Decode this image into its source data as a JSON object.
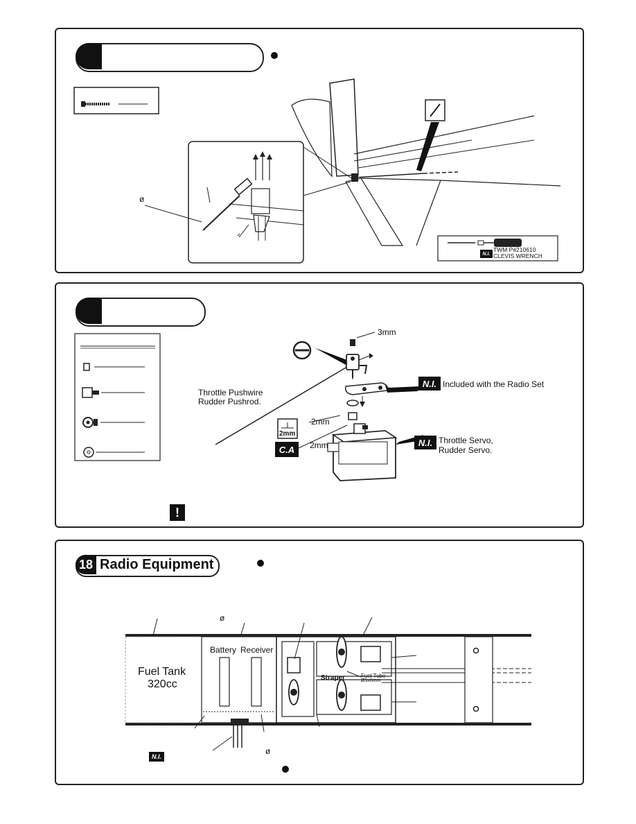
{
  "panel1": {
    "part_diameter_symbol": "ø",
    "tool_callout": {
      "badge": "N.I.",
      "line1": "TWM P#210610",
      "line2": "CLEVIS WRENCH"
    }
  },
  "panel2": {
    "callouts": {
      "size_top": "3mm",
      "pushrod_line1": "Throttle Pushwire",
      "pushrod_line2": "Rudder Pushrod.",
      "included": "Included with the Radio Set",
      "size_mid": "2mm",
      "size_box": "2mm",
      "size_low": "2mm",
      "servo_line1": "Throttle Servo,",
      "servo_line2": "Rudder Servo."
    },
    "badges": {
      "ni": "N.I.",
      "ca": "C.A",
      "warning": "!"
    }
  },
  "panel3": {
    "step_number": "18",
    "title": "Radio Equipment",
    "labels": {
      "fuel_tank_line1": "Fuel Tank",
      "fuel_tank_line2": "320cc",
      "battery": "Battery",
      "receiver": "Receiver",
      "straper": "Straper",
      "fuel_tube_line1": "Fuel Tube",
      "fuel_tube_line2": "Ø5x6mm",
      "diameter_a": "ø",
      "diameter_b": "ø",
      "ni_badge": "N.I."
    }
  }
}
